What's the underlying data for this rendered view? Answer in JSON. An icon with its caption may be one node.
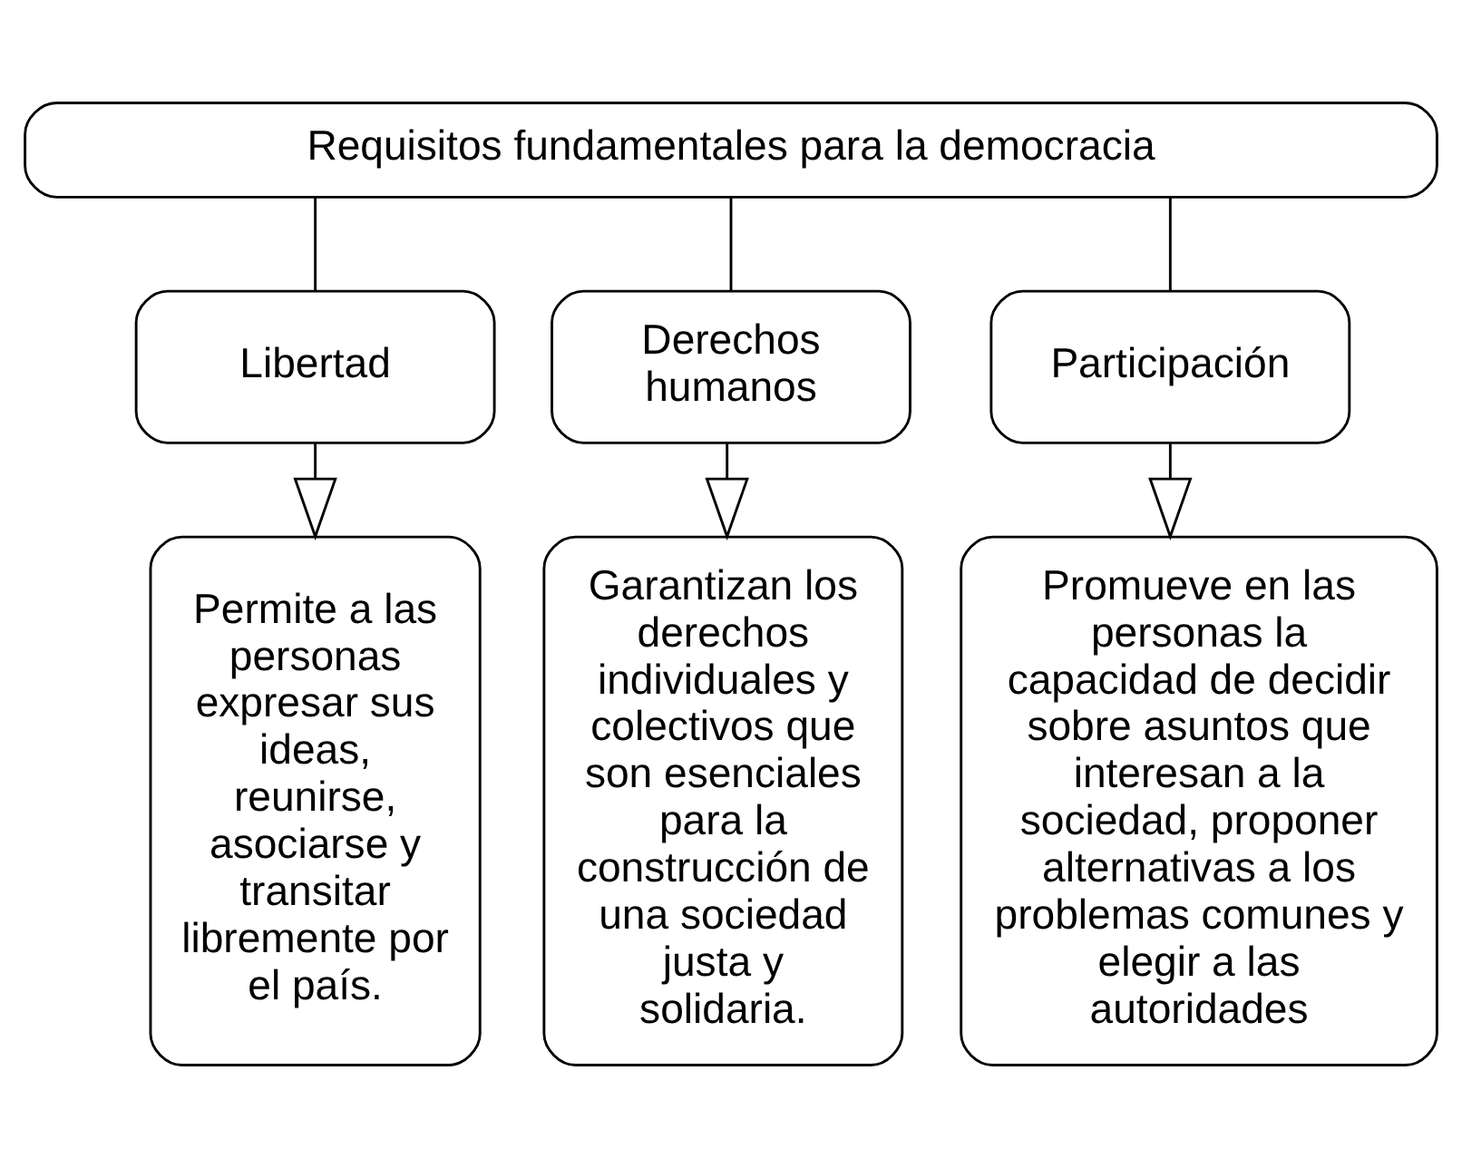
{
  "diagram": {
    "nodes": [
      {
        "text": [
          "Requisitos fundamentales para la democracia"
        ]
      },
      {
        "text": [
          "Libertad"
        ]
      },
      {
        "text": [
          "Derechos humanos"
        ]
      },
      {
        "text": [
          "Participación"
        ]
      },
      {
        "text": [
          "Permite a las personas expresar sus ideas, reunirse, asociarse y transitar libremente por el país."
        ]
      },
      {
        "text": [
          "Garantizan los derechos individuales y colectivos que son esenciales para la construcción de una sociedad justa y solidaria."
        ]
      },
      {
        "text": [
          "Promueve en las personas la capacidad de decidir sobre asuntos que interesan a la sociedad, proponer alternativas a los problemas comunes y elegir a las autoridades"
        ]
      }
    ],
    "edges": [
      {
        "from": 0,
        "to": 1,
        "arrow": "none"
      },
      {
        "from": 0,
        "to": 2,
        "arrow": "none"
      },
      {
        "from": 0,
        "to": 3,
        "arrow": "none"
      },
      {
        "from": 1,
        "to": 4,
        "arrow": "to"
      },
      {
        "from": 2,
        "to": 5,
        "arrow": "to"
      },
      {
        "from": 3,
        "to": 6,
        "arrow": "to"
      }
    ]
  }
}
